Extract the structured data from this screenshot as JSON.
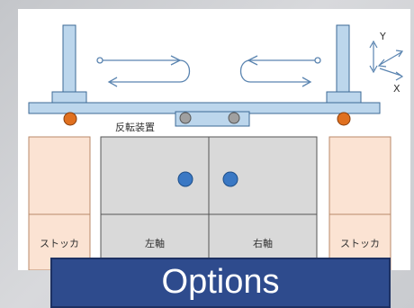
{
  "diagram": {
    "labels": {
      "reversing_device": "反転装置",
      "stocker_left": "ストッカ",
      "stocker_right": "ストッカ",
      "left_axis": "左軸",
      "right_axis": "右軸",
      "axis_y": "Y",
      "axis_x": "X"
    },
    "colors": {
      "structure_fill": "#bcd6ec",
      "structure_stroke": "#3d6a96",
      "bearing_orange": "#e0701f",
      "roller_grey": "#a0a0a0",
      "hole_blue": "#3a78c4",
      "stocker_fill": "#fbe3d3",
      "stocker_stroke": "#b88868",
      "center_fill": "#d9d9d9",
      "center_stroke": "#555555",
      "arrow": "#5a84b0"
    }
  },
  "options_button": {
    "label": "Options",
    "fill": "#2e4b8d"
  }
}
